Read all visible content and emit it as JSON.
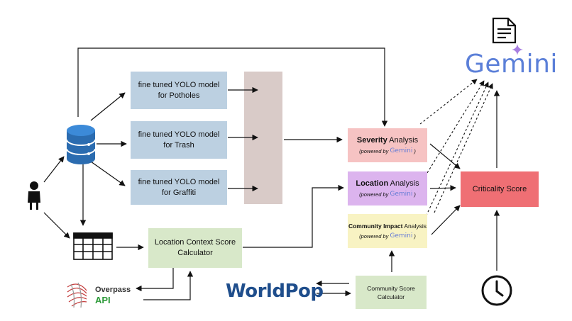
{
  "nodes": {
    "yolo_potholes": {
      "line1": "fine tuned YOLO model",
      "line2": "for Potholes"
    },
    "yolo_trash": {
      "line1": "fine tuned YOLO model",
      "line2": "for Trash"
    },
    "yolo_graffiti": {
      "line1": "fine tuned YOLO model",
      "line2": "for Graffiti"
    },
    "location_context": {
      "line1": "Location Context Score",
      "line2": "Calculator"
    },
    "severity": {
      "bold": "Severity",
      "rest": " Analysis",
      "powered": "(powered by",
      "close": ")"
    },
    "location": {
      "bold": "Location",
      "rest": " Analysis",
      "powered": "(powered by",
      "close": ")"
    },
    "community_impact": {
      "bold": "Community Impact",
      "rest": " Analysis",
      "powered": "(powered by",
      "close": ")"
    },
    "community_score": {
      "line1": "Community Score",
      "line2": "Calculator"
    },
    "criticality": {
      "label": "Criticality Score"
    }
  },
  "logos": {
    "gemini": "Gemini",
    "gemini_small": "Gemini",
    "worldpop": "WorldPop",
    "overpass_line1": "Overpass",
    "overpass_line2": "API"
  },
  "icons": [
    "database-icon",
    "person-icon",
    "table-icon",
    "document-icon",
    "clock-icon",
    "sparkle-icon"
  ],
  "colors": {
    "yolo_box": "#bcd0e1",
    "aggregator": "#d9cbc8",
    "severity_box": "#f6c3c3",
    "location_box": "#dcb4ee",
    "community_box": "#f8f3c3",
    "green_box": "#d8e8c9",
    "criticality_box": "#ef6f74",
    "gemini_blue": "#5b7fd8"
  }
}
